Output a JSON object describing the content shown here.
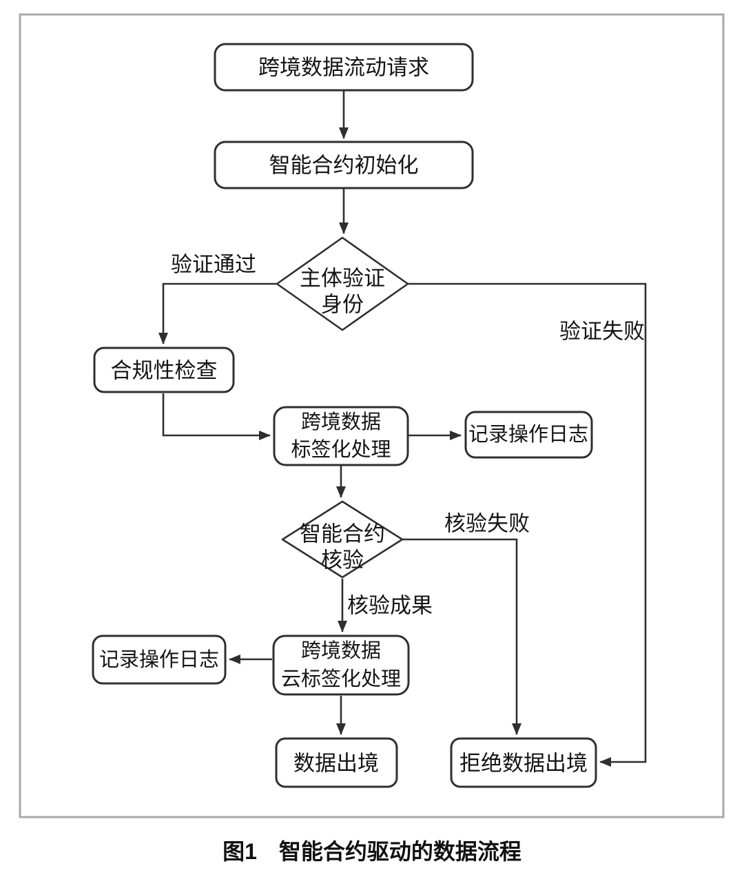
{
  "figure": {
    "caption": "图1　智能合约驱动的数据流程"
  },
  "nodes": {
    "request": "跨境数据流动请求",
    "contract_init": "智能合约初始化",
    "identity_diamond": [
      "主体验证",
      "身份"
    ],
    "compliance_check": "合规性检查",
    "labeling": [
      "跨境数据",
      "标签化处理"
    ],
    "log_right": "记录操作日志",
    "verify_diamond": [
      "智能合约",
      "核验"
    ],
    "cloud_labeling": [
      "跨境数据",
      "云标签化处理"
    ],
    "log_left": "记录操作日志",
    "data_exit": "数据出境",
    "reject_exit": "拒绝数据出境"
  },
  "edge_labels": {
    "verify_pass": "验证通过",
    "verify_fail": "验证失败",
    "check_fail": "核验失败",
    "check_pass": "核验成果"
  },
  "colors": {
    "node_stroke": "#2f2f2f",
    "edge_stroke": "#2f2f2f",
    "frame_stroke": "#a9a9a9",
    "text": "#141414",
    "background": "#ffffff"
  }
}
